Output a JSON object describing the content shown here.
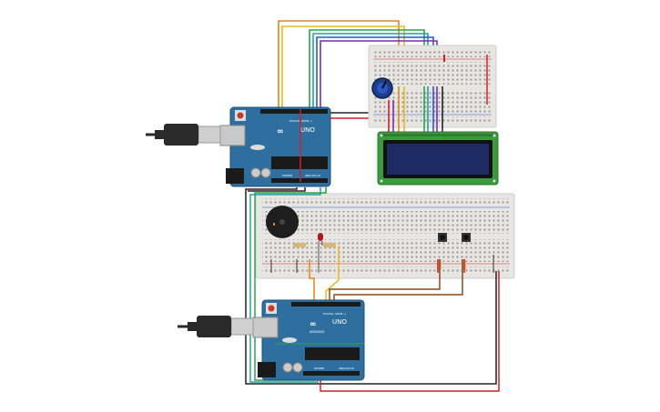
{
  "board_top": {
    "brand": "UNO",
    "digital_label": "DIGITAL (PWM~)",
    "analog_label": "ANALOG IN",
    "power_label": "POWER"
  },
  "board_bottom": {
    "brand": "UNO",
    "sub_brand": "ARDUINO",
    "digital_label": "DIGITAL (PWM~)",
    "analog_label": "ANALOG IN",
    "power_label": "POWER"
  },
  "icons": {
    "usb_top": "usb-cable-icon",
    "usb_bottom": "usb-cable-icon",
    "buzzer": "piezo-buzzer-icon",
    "led": "red-led-icon",
    "potentiometer": "potentiometer-icon"
  },
  "colors": {
    "board": "#2f6fa0",
    "breadboard": "#e8e6e3",
    "lcd_pcb": "#3a9a3e",
    "lcd_screen": "#1d2a63",
    "wire_red": "#d0202a",
    "wire_black": "#222222",
    "wire_yellow": "#e8b820",
    "wire_orange": "#e2861a",
    "wire_green": "#29a34a",
    "wire_blue": "#2a56c8",
    "wire_purple": "#7a2fa6",
    "wire_teal": "#23a3a0",
    "wire_brown": "#8a4b1f"
  }
}
